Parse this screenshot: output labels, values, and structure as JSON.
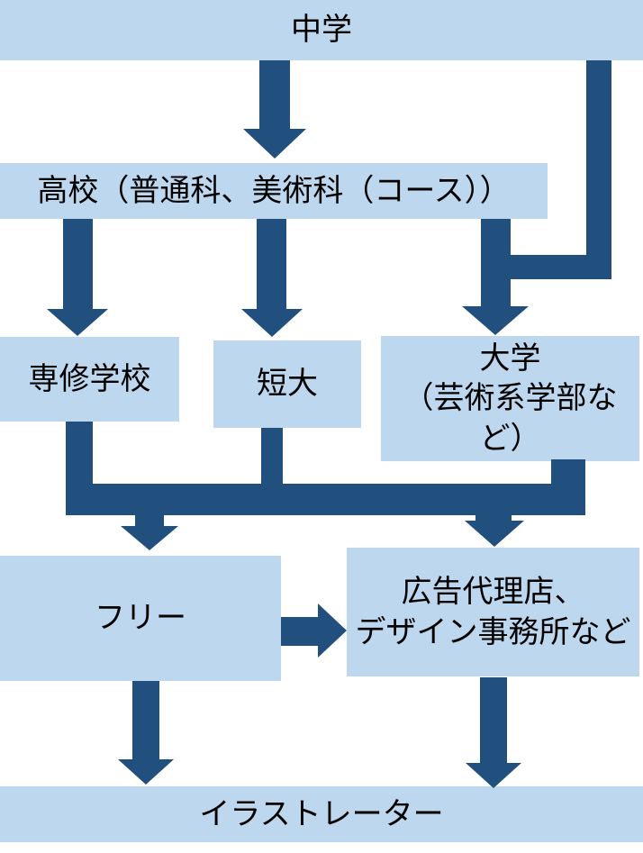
{
  "colors": {
    "box_fill": "#BDD7EE",
    "arrow": "#214F7E",
    "text": "#000000",
    "background": "#FFFFFF"
  },
  "nodes": {
    "chugaku": {
      "label": "中学"
    },
    "koko": {
      "label": "高校（普通科、美術科（コース））"
    },
    "senshu": {
      "label": "専修学校"
    },
    "tandai": {
      "label": "短大"
    },
    "daigaku": {
      "label": "大学\n（芸術系学部な\nど）"
    },
    "free": {
      "label": "フリー"
    },
    "kokoku": {
      "label": "広告代理店、\nデザイン事務所など"
    },
    "illustrator": {
      "label": "イラストレーター"
    }
  },
  "edges": [
    {
      "from": "junior-high-school",
      "to": "high-school"
    },
    {
      "from": "junior-high-school",
      "to": "university"
    },
    {
      "from": "high-school",
      "to": "vocational-school"
    },
    {
      "from": "high-school",
      "to": "junior-college"
    },
    {
      "from": "high-school",
      "to": "university"
    },
    {
      "from": "vocational-school",
      "to": "merge-bar"
    },
    {
      "from": "junior-college",
      "to": "merge-bar"
    },
    {
      "from": "university",
      "to": "merge-bar"
    },
    {
      "from": "merge-bar",
      "to": "freelance"
    },
    {
      "from": "merge-bar",
      "to": "ad-agency"
    },
    {
      "from": "freelance",
      "to": "ad-agency"
    },
    {
      "from": "freelance",
      "to": "illustrator"
    },
    {
      "from": "ad-agency",
      "to": "illustrator"
    }
  ]
}
